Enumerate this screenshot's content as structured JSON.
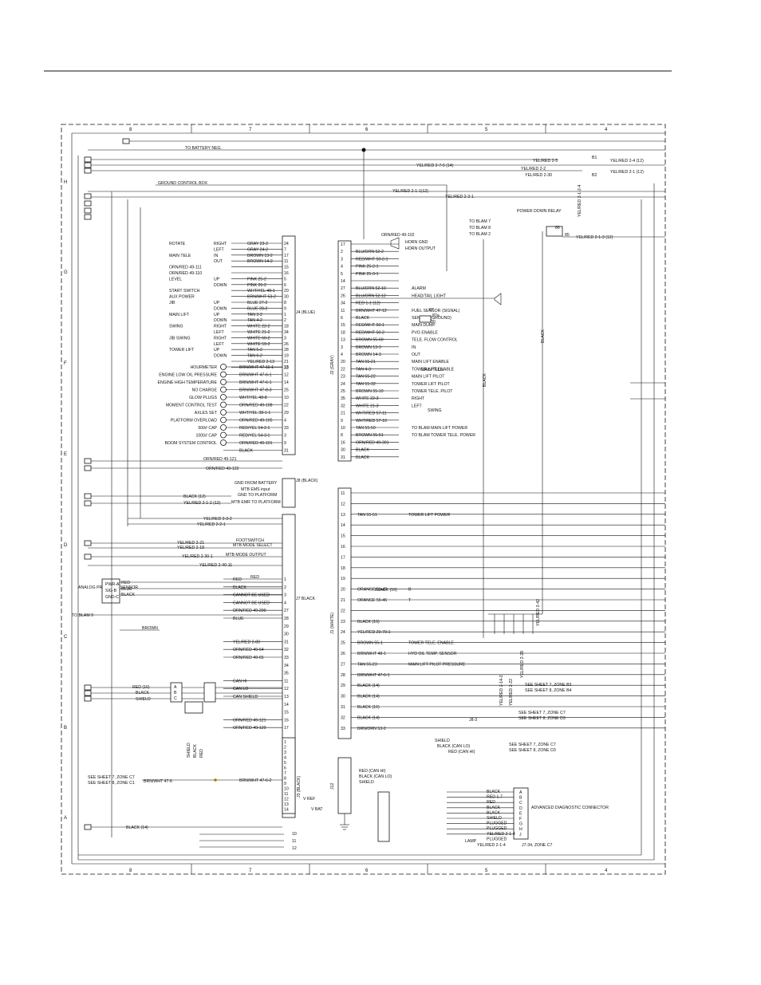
{
  "zones_cols": [
    "8",
    "7",
    "6",
    "5",
    "4"
  ],
  "zones_rows": [
    "H",
    "G",
    "F",
    "E",
    "D",
    "C",
    "B",
    "A"
  ],
  "top_labels": [
    "TO BATTERY NEG.",
    "YEL/RED 2-5",
    "YEL/RED 2-7-5 (14)",
    "YEL/RED 2-2",
    "YEL/RED 2-30",
    "YEL/RED 2-4 (12)",
    "YEL/RED 2-1 (12)",
    "B1",
    "B2",
    "GROUND CONTROL BOX",
    "YEL/RED 2-1-1(12)",
    "YEL/RED 2-3-1",
    "YEL/RED 2-1-2-4",
    "POWER DOWN RELAY",
    "YEL/RED 2-1-3 (12)",
    "TO BLAM 7",
    "TO BLAM 8",
    "TO BLAM 2",
    "ORN/RED 49-102",
    "HORN GND",
    "HORN OUTPUT"
  ],
  "j4_title": "J4 (BLUE)",
  "j4_rows": [
    {
      "func": "ROTATE",
      "dir": "RIGHT",
      "wire": "GRAY 23-2",
      "pin": "24"
    },
    {
      "func": "",
      "dir": "LEFT",
      "wire": "GRAY 24-2",
      "pin": "7"
    },
    {
      "func": "MAIN TELE",
      "dir": "IN",
      "wire": "BROWN 13-2",
      "pin": "17"
    },
    {
      "func": "",
      "dir": "OUT",
      "wire": "BROWN 14-2",
      "pin": "11"
    },
    {
      "func": "ORN/RED 49-111",
      "dir": "",
      "wire": "",
      "pin": "15"
    },
    {
      "func": "ORN/RED 49-110",
      "dir": "",
      "wire": "",
      "pin": "16"
    },
    {
      "func": "LEVEL",
      "dir": "UP",
      "wire": "PINK 25-2",
      "pin": "5"
    },
    {
      "func": "",
      "dir": "DOWN",
      "wire": "PINK 26-2",
      "pin": "6"
    },
    {
      "func": "START SWITCH",
      "dir": "",
      "wire": "WHT/YEL 48-1",
      "pin": "20"
    },
    {
      "func": "AUX POWER",
      "dir": "",
      "wire": "BRN/WHT 53-2",
      "pin": "30"
    },
    {
      "func": "JIB",
      "dir": "UP",
      "wire": "BLUE 27-2",
      "pin": "8"
    },
    {
      "func": "",
      "dir": "DOWN",
      "wire": "BLUE 28-2",
      "pin": "9"
    },
    {
      "func": "MAIN LIFT",
      "dir": "UP",
      "wire": "TAN 3-2",
      "pin": "1"
    },
    {
      "func": "",
      "dir": "DOWN",
      "wire": "TAN 4-2",
      "pin": "2"
    },
    {
      "func": "SWING",
      "dir": "RIGHT",
      "wire": "WHITE 22-2",
      "pin": "18"
    },
    {
      "func": "",
      "dir": "LEFT",
      "wire": "WHITE 21-2",
      "pin": "34"
    },
    {
      "func": "JIB SWING",
      "dir": "RIGHT",
      "wire": "WHITE 60-2",
      "pin": "3"
    },
    {
      "func": "",
      "dir": "LEFT",
      "wire": "WHITE 59-2",
      "pin": "26"
    },
    {
      "func": "TOWER LIFT",
      "dir": "UP",
      "wire": "TAN 5-2",
      "pin": "28"
    },
    {
      "func": "",
      "dir": "DOWN",
      "wire": "TAN 6-2",
      "pin": "19"
    },
    {
      "func": "",
      "dir": "",
      "wire": "YEL/RED 2-13",
      "pin": "21"
    },
    {
      "func": "",
      "dir": "",
      "wire": "",
      "pin": "23"
    }
  ],
  "gauges": [
    {
      "label": "HOURMETER",
      "wire": "BRN/WHT 47-11-1",
      "pin": "13"
    },
    {
      "label": "ENGINE LOW OIL PRESSURE",
      "wire": "BRN/WHT 47-6-1",
      "pin": "12"
    },
    {
      "label": "ENGINE HIGH TEMPERATURE",
      "wire": "BRN/WHT 47-6-1",
      "pin": "14"
    },
    {
      "label": "NO CHARGE",
      "wire": "BRN/WHT 47-8-3",
      "pin": "25"
    },
    {
      "label": "GLOW PLUGS",
      "wire": "WHT/YEL 48-8",
      "pin": "10"
    },
    {
      "label": "MOMENT CONTROL TEST",
      "wire": "ORN/RED 49-108",
      "pin": "22"
    },
    {
      "label": "AXLES SET",
      "wire": "WHT/YEL 38-1-1",
      "pin": "29"
    },
    {
      "label": "PLATFORM OVERLOAD",
      "wire": "ORN/RED 49-105",
      "pin": "4"
    },
    {
      "label": "500# CAP",
      "wire": "RED/YEL 54-2-1",
      "pin": "33"
    },
    {
      "label": "1000# CAP",
      "wire": "RED/YEL 54-3-1",
      "pin": "3"
    },
    {
      "label": "BOOM SYSTEM CONTROL",
      "wire": "ORN/RED 49-101",
      "pin": "9"
    },
    {
      "label": "",
      "wire": "BLACK",
      "pin": "31"
    }
  ],
  "misc_left": [
    "ORN/RED 49-121",
    "ORN/RED 49-122",
    "GND FROM BATTERY",
    "MTB EMS input",
    "GND TO PLATFORM",
    "MTB EMR TO PLATFORM",
    "BLACK (12)",
    "YEL/RED 2-1-2 (12)",
    "J8 (BLACK)",
    "YEL/RED 2-3-2",
    "YEL/RED 2-2-1",
    "FOOTSWITCH",
    "MTB MODE SELECT",
    "YEL/RED 2-21",
    "YEL/RED 2-18",
    "YEL/RED 2-30-1",
    "MTB MODE OUTPUT",
    "YEL/RED 2-40-11",
    "RED",
    "BLACK (16)"
  ],
  "j2_title": "J2 (GRAY)",
  "j2_rows": [
    {
      "pin": "17",
      "wire": "",
      "dest": ""
    },
    {
      "pin": "2",
      "wire": "BLU/ORN 52-2",
      "dest": ""
    },
    {
      "pin": "3",
      "wire": "RED/WHT 50-2-1",
      "dest": ""
    },
    {
      "pin": "4",
      "wire": "PINK 25-2-1",
      "dest": ""
    },
    {
      "pin": "5",
      "wire": "PINK 25-3-1",
      "dest": ""
    },
    {
      "pin": "14",
      "wire": "",
      "dest": ""
    },
    {
      "pin": "27",
      "wire": "BLU/ORN 52-10",
      "dest": "ALARM"
    },
    {
      "pin": "26",
      "wire": "BLU/ORN 52-12",
      "dest": "HEAD/TAIL LIGHT"
    },
    {
      "pin": "34",
      "wire": "RED 1-1 (12)",
      "dest": ""
    },
    {
      "pin": "11",
      "wire": "BRN/WHT 47-12",
      "dest": "FUEL SENSOR (SIGNAL)"
    },
    {
      "pin": "6",
      "wire": "BLACK",
      "dest": "SENSOR (GROUND)"
    },
    {
      "pin": "15",
      "wire": "RED/WHT 50-1",
      "dest": "MAIN DUMP"
    },
    {
      "pin": "18",
      "wire": "RED/WHT 50-2",
      "dest": "PVG ENABLE"
    },
    {
      "pin": "13",
      "wire": "BROWN 55-60",
      "dest": "TELE. FLOW CONTROL"
    },
    {
      "pin": "3",
      "wire": "BROWN 13-3",
      "dest": "IN"
    },
    {
      "pin": "4",
      "wire": "BROWN 14-3",
      "dest": "OUT"
    },
    {
      "pin": "20",
      "wire": "TAN 55-21",
      "dest": "MAIN LIFT ENABLE"
    },
    {
      "pin": "22",
      "wire": "TAN 4-3",
      "dest": "TOWER LIFT ENABLE"
    },
    {
      "pin": "23",
      "wire": "TAN 55-22",
      "dest": "MAIN LIFT PILOT"
    },
    {
      "pin": "24",
      "wire": "TAN 55-32",
      "dest": "TOWER LIFT PILOT"
    },
    {
      "pin": "25",
      "wire": "BROWN 55-10",
      "dest": "TOWER TELE. PILOT"
    },
    {
      "pin": "35",
      "wire": "WHITE 22-3",
      "dest": "RIGHT"
    },
    {
      "pin": "32",
      "wire": "WHITE 21-3",
      "dest": "LEFT"
    },
    {
      "pin": "21",
      "wire": "WHT/RED 57-11",
      "dest": ""
    },
    {
      "pin": "9",
      "wire": "WHT/RED 57-10",
      "dest": ""
    },
    {
      "pin": "10",
      "wire": "TAN 55-50",
      "dest": "TO BLAM MAIN LIFT POWER"
    },
    {
      "pin": "8",
      "wire": "BROWN 55-51",
      "dest": "TO BLAM TOWER TELE. POWER"
    },
    {
      "pin": "16",
      "wire": "ORN/RED 49-301",
      "dest": ""
    },
    {
      "pin": "30",
      "wire": "BLACK",
      "dest": ""
    },
    {
      "pin": "31",
      "wire": "BLACK",
      "dest": ""
    }
  ],
  "j2_func_labels": [
    "MAIN TELE.",
    "SWING"
  ],
  "j1_title": "J1 (WHITE)",
  "j1_rows": [
    {
      "pin": "11",
      "wire": "",
      "dest": ""
    },
    {
      "pin": "12",
      "wire": "",
      "dest": ""
    },
    {
      "pin": "13",
      "wire": "TAN 55-51",
      "dest": "TOWER LIFT POWER"
    },
    {
      "pin": "14",
      "wire": "",
      "dest": ""
    },
    {
      "pin": "15",
      "wire": "",
      "dest": ""
    },
    {
      "pin": "16",
      "wire": "",
      "dest": ""
    },
    {
      "pin": "17",
      "wire": "",
      "dest": ""
    },
    {
      "pin": "18",
      "wire": "",
      "dest": ""
    },
    {
      "pin": "19",
      "wire": "",
      "dest": ""
    },
    {
      "pin": "20",
      "wire": "ORANGE 56-47",
      "dest": "B"
    },
    {
      "pin": "21",
      "wire": "ORANGE 56-46",
      "dest": "T"
    },
    {
      "pin": "22",
      "wire": "",
      "dest": ""
    },
    {
      "pin": "23",
      "wire": "BLACK (16)",
      "dest": ""
    },
    {
      "pin": "24",
      "wire": "YEL/RED 20-70-1",
      "dest": ""
    },
    {
      "pin": "25",
      "wire": "BROWN 55-1",
      "dest": "TOWER TELE. ENABLE"
    },
    {
      "pin": "26",
      "wire": "BRN/WHT 48-1",
      "dest": "HYD OIL TEMP. SENSOR"
    },
    {
      "pin": "27",
      "wire": "TAN 55-23",
      "dest": "MAIN LIFT PILOT PRESSURE"
    },
    {
      "pin": "28",
      "wire": "BRN/WHT 47-6-1",
      "dest": ""
    },
    {
      "pin": "29",
      "wire": "BLACK (14)",
      "dest": ""
    },
    {
      "pin": "30",
      "wire": "BLACK (14)",
      "dest": ""
    },
    {
      "pin": "31",
      "wire": "BLACK (16)",
      "dest": ""
    },
    {
      "pin": "32",
      "wire": "BLACK (14)",
      "dest": ""
    },
    {
      "pin": "33",
      "wire": "BRN/ORN 53-2",
      "dest": ""
    }
  ],
  "j7_title": "J7 BLACK",
  "j7_rows": [
    {
      "pin": "1",
      "wire": "RED"
    },
    {
      "pin": "2",
      "wire": "BLACK"
    },
    {
      "pin": "3",
      "wire": "CANNOT BE USED"
    },
    {
      "pin": "4",
      "wire": "CANNOT BE USED"
    },
    {
      "pin": "27",
      "wire": "ORN/RED 49-200"
    },
    {
      "pin": "28",
      "wire": "BLUE"
    },
    {
      "pin": "29",
      "wire": ""
    },
    {
      "pin": "30",
      "wire": ""
    },
    {
      "pin": "31",
      "wire": "YEL/RED 2-80"
    },
    {
      "pin": "32",
      "wire": "ORN/RED 49-64"
    },
    {
      "pin": "33",
      "wire": "ORN/RED 49-65"
    },
    {
      "pin": "34",
      "wire": ""
    },
    {
      "pin": "35",
      "wire": ""
    },
    {
      "pin": "11",
      "wire": "CAN HI"
    },
    {
      "pin": "12",
      "wire": "CAN LO"
    },
    {
      "pin": "13",
      "wire": "CAN SHIELD"
    },
    {
      "pin": "14",
      "wire": ""
    },
    {
      "pin": "15",
      "wire": ""
    },
    {
      "pin": "16",
      "wire": "ORN/RED 49-121"
    },
    {
      "pin": "17",
      "wire": "ORN/RED 49-120"
    }
  ],
  "j3_title": "J3 (BLACK)",
  "j3_rows": [
    "1",
    "2",
    "3",
    "4",
    "5",
    "6",
    "7",
    "8",
    "9",
    "10",
    "11",
    "12",
    "13",
    "14"
  ],
  "j3_wire": "BRN/WHT 47-6-2",
  "analog_sensor": {
    "label": "ANALOG PRESSURE SENSOR",
    "pins": [
      "PWR-A",
      "SIG-B",
      "GND-C"
    ],
    "wires": [
      "RED",
      "BLUE",
      "BLACK"
    ],
    "to": "TO BLAM 9",
    "brown": "BROWN"
  },
  "can_block": {
    "wires": [
      "RED (16)",
      "BLACK",
      "SHIELD"
    ],
    "pins": [
      "A",
      "B",
      "C"
    ],
    "labels": [
      "SHIELD",
      "BLACK",
      "RED"
    ]
  },
  "bottom_left": [
    "SEE SHEET 7, ZONE C7",
    "SEE SHEET 8, ZONE C1",
    "BRN/WHT 47-6",
    "BLACK (14)",
    "10",
    "11",
    "12"
  ],
  "bottom_labels": [
    "V REF",
    "V BAT",
    "J12"
  ],
  "diag_connector": {
    "title": "ADVANCED DIAGNOSTIC CONNECTOR",
    "pins": [
      "A",
      "B",
      "C",
      "D",
      "E",
      "F",
      "G",
      "H",
      "J"
    ],
    "wires": [
      "BLACK",
      "RED 1-7",
      "RED",
      "BLACK",
      "BLACK",
      "SHIELD",
      "PLUGGED",
      "PLUGGED",
      "YEL/RED 2-1-4",
      "PLUGGED"
    ]
  },
  "j12_wires": [
    "RED (CAN HI)",
    "BLACK (CAN LO)",
    "SHIELD",
    "SHIELD",
    "BLACK (CAN LO)",
    "RED (CAN HI)"
  ],
  "see_refs": [
    "SEE SHEET 7, ZONE C7",
    "SEE SHEET 8, ZONE D3",
    "SEE SHEET 7, ZONE B3",
    "SEE SHEET 8, ZONE B4",
    "SEE SHEET 7, ZONE C7",
    "SEE SHEET 8, ZONE D3"
  ],
  "right_labels": [
    "BLACK",
    "BLACK",
    "YEL/RED 2-42",
    "YEL/RED 2-14-2",
    "YEL/RED 2-29",
    "YEL/RED 2-22",
    "J8-3",
    "J7-34, ZONE C7",
    "YEL/RED 2-1-4",
    "LAMP",
    "87",
    "87a",
    "30",
    "86",
    "85"
  ]
}
